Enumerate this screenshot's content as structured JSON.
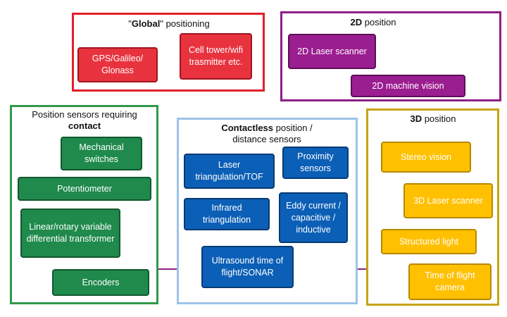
{
  "groups": {
    "global": {
      "title_prefix": "\"",
      "title_bold": "Global",
      "title_suffix": "\" positioning",
      "nodes": [
        "GPS/Galileo/ Glonass",
        "Cell tower/wifi trasmitter etc."
      ]
    },
    "twod": {
      "title_bold": "2D",
      "title_suffix": " position",
      "nodes": [
        "2D Laser scanner",
        "2D machine vision"
      ]
    },
    "contact": {
      "title_line1": "Position sensors requiring",
      "title_bold": "contact",
      "nodes": [
        "Mechanical switches",
        "Potentiometer",
        "Linear/rotary variable differential transformer",
        "Encoders"
      ]
    },
    "contactless": {
      "title_bold": "Contactless",
      "title_suffix": " position /",
      "title_line2": "distance sensors",
      "nodes": [
        "Laser triangulation/TOF",
        "Proximity sensors",
        "Infrared triangulation",
        "Eddy current / capacitive / inductive",
        "Ultrasound time of flight/SONAR"
      ]
    },
    "threed": {
      "title_bold": "3D",
      "title_suffix": " position",
      "nodes": [
        "Stereo vision",
        "3D Laser scanner",
        "Structured light",
        "Time of flight camera"
      ]
    }
  },
  "colors": {
    "global": "#e0202b",
    "twod": "#8e1f86",
    "contact": "#2f9a4b",
    "contactless": "#9dc3e6",
    "threed": "#c8a415",
    "connector": "#8e1f86"
  }
}
